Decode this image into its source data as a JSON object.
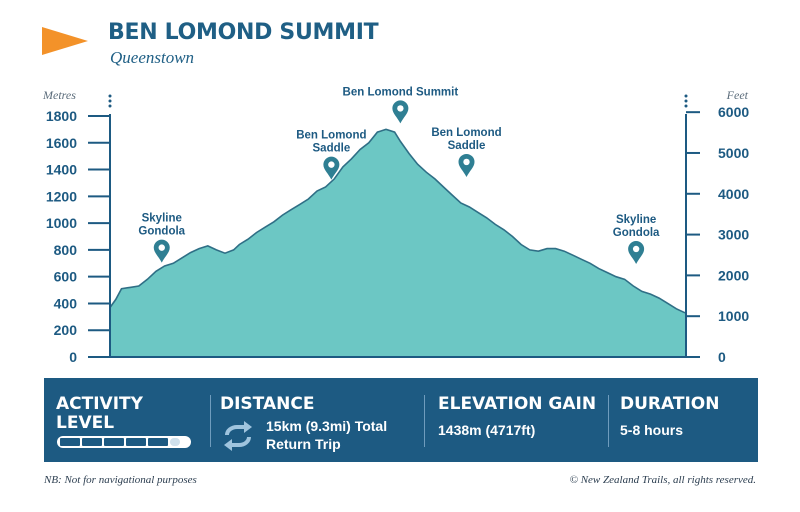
{
  "header": {
    "title": "BEN LOMOND SUMMIT",
    "subtitle": "Queenstown",
    "flag_color": "#f39229",
    "brand_color": "#1d5a82"
  },
  "chart_data": {
    "type": "area",
    "title": "BEN LOMOND SUMMIT",
    "subtitle": "Queenstown",
    "y_left": {
      "label": "Metres",
      "ticks": [
        0,
        200,
        400,
        600,
        800,
        1000,
        1200,
        1400,
        1600,
        1800
      ],
      "range": [
        0,
        1800
      ]
    },
    "y_right": {
      "label": "Feet",
      "ticks": [
        0,
        1000,
        2000,
        3000,
        4000,
        5000,
        6000
      ],
      "range": [
        0,
        5906
      ]
    },
    "x": [
      0,
      0.01,
      0.02,
      0.035,
      0.05,
      0.065,
      0.08,
      0.095,
      0.11,
      0.125,
      0.14,
      0.155,
      0.17,
      0.185,
      0.2,
      0.215,
      0.225,
      0.24,
      0.255,
      0.27,
      0.285,
      0.3,
      0.315,
      0.33,
      0.345,
      0.36,
      0.375,
      0.39,
      0.405,
      0.42,
      0.435,
      0.45,
      0.465,
      0.48,
      0.495,
      0.505,
      0.52,
      0.535,
      0.55,
      0.565,
      0.58,
      0.595,
      0.61,
      0.625,
      0.64,
      0.655,
      0.67,
      0.685,
      0.7,
      0.715,
      0.73,
      0.745,
      0.76,
      0.775,
      0.79,
      0.805,
      0.82,
      0.835,
      0.85,
      0.865,
      0.88,
      0.895,
      0.91,
      0.925,
      0.94,
      0.955,
      0.97,
      0.985,
      1.0
    ],
    "elevation_m": [
      370,
      430,
      510,
      520,
      530,
      580,
      640,
      680,
      700,
      740,
      780,
      810,
      830,
      800,
      775,
      800,
      840,
      880,
      930,
      970,
      1010,
      1060,
      1100,
      1140,
      1180,
      1240,
      1270,
      1330,
      1420,
      1480,
      1550,
      1600,
      1680,
      1700,
      1680,
      1610,
      1520,
      1440,
      1380,
      1330,
      1270,
      1210,
      1150,
      1120,
      1080,
      1040,
      990,
      950,
      900,
      840,
      800,
      790,
      810,
      810,
      790,
      760,
      730,
      700,
      660,
      630,
      600,
      580,
      530,
      490,
      470,
      440,
      400,
      360,
      330
    ],
    "landmarks": [
      {
        "name": "Skyline Gondola",
        "lines": [
          "Skyline",
          "Gondola"
        ],
        "x": 0.09,
        "elevation_m": 660
      },
      {
        "name": "Ben Lomond Saddle",
        "lines": [
          "Ben Lomond",
          "Saddle"
        ],
        "x": 0.385,
        "elevation_m": 1280
      },
      {
        "name": "Ben Lomond Summit",
        "lines": [
          "Ben Lomond Summit"
        ],
        "x": 0.505,
        "elevation_m": 1700
      },
      {
        "name": "Ben Lomond Saddle",
        "lines": [
          "Ben Lomond",
          "Saddle"
        ],
        "x": 0.62,
        "elevation_m": 1300
      },
      {
        "name": "Skyline Gondola",
        "lines": [
          "Skyline",
          "Gondola"
        ],
        "x": 0.915,
        "elevation_m": 650
      }
    ],
    "fill_color": "#6cc7c4",
    "line_color": "#2f6f86",
    "axis_color": "#1d5a82"
  },
  "stats": {
    "activity": {
      "heading_line1": "ACTIVITY",
      "heading_line2": "LEVEL",
      "level_filled": 5,
      "level_total": 6
    },
    "distance": {
      "heading": "DISTANCE",
      "value_line1": "15km (9.3mi) Total",
      "value_line2": "Return Trip",
      "icon": "return-loop-icon"
    },
    "elevation_gain": {
      "heading": "ELEVATION GAIN",
      "value": "1438m (4717ft)"
    },
    "duration": {
      "heading": "DURATION",
      "value": "5-8 hours"
    }
  },
  "footer": {
    "note": "NB: Not for navigational purposes",
    "copyright": "© New Zealand Trails, all rights reserved."
  }
}
